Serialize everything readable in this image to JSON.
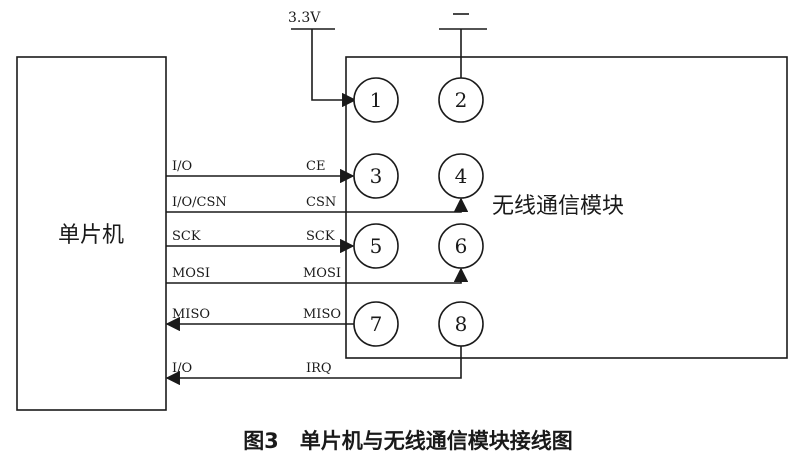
{
  "mcu": {
    "label": "单片机"
  },
  "module": {
    "label": "无线通信模块"
  },
  "power": {
    "vcc_label": "3.3V",
    "gnd_label": "—"
  },
  "pins": [
    "1",
    "2",
    "3",
    "4",
    "5",
    "6",
    "7",
    "8"
  ],
  "signals": [
    {
      "mcu_side": "I/O",
      "module_side": "CE",
      "direction": "to-module",
      "pin": "3"
    },
    {
      "mcu_side": "I/O/CSN",
      "module_side": "CSN",
      "direction": "to-module",
      "pin": "4"
    },
    {
      "mcu_side": "SCK",
      "module_side": "SCK",
      "direction": "to-module",
      "pin": "5"
    },
    {
      "mcu_side": "MOSI",
      "module_side": "MOSI",
      "direction": "to-module",
      "pin": "6"
    },
    {
      "mcu_side": "MISO",
      "module_side": "MISO",
      "direction": "to-mcu",
      "pin": "7"
    },
    {
      "mcu_side": "I/O",
      "module_side": "IRQ",
      "direction": "to-mcu",
      "pin": "8"
    }
  ],
  "caption": "图3　单片机与无线通信模块接线图"
}
